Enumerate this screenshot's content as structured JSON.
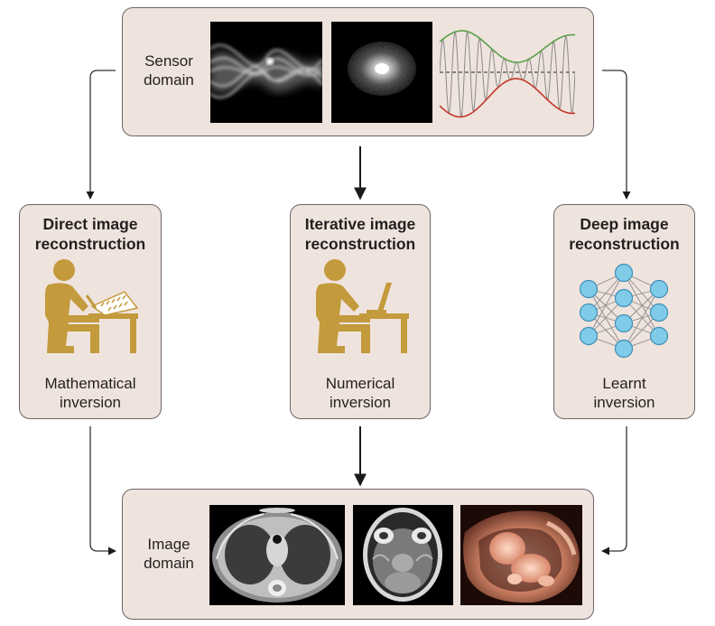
{
  "sensor": {
    "label_line1": "Sensor",
    "label_line2": "domain"
  },
  "image_domain": {
    "label_line1": "Image",
    "label_line2": "domain"
  },
  "methods": [
    {
      "title_line1": "Direct image",
      "title_line2": "reconstruction",
      "sub_line1": "Mathematical",
      "sub_line2": "inversion",
      "icon": "person-writing-icon"
    },
    {
      "title_line1": "Iterative image",
      "title_line2": "reconstruction",
      "sub_line1": "Numerical",
      "sub_line2": "inversion",
      "icon": "person-laptop-icon"
    },
    {
      "title_line1": "Deep image",
      "title_line2": "reconstruction",
      "sub_line1": "Learnt",
      "sub_line2": "inversion",
      "icon": "neural-network-icon"
    }
  ],
  "colors": {
    "box_fill": "#efe3dd",
    "box_border": "#6d6566",
    "figure": "#c39a3c",
    "node": "#7fcbe8",
    "node_border": "#3d8fb8",
    "wave_top": "#5aa04a",
    "wave_bottom": "#c0392b"
  }
}
